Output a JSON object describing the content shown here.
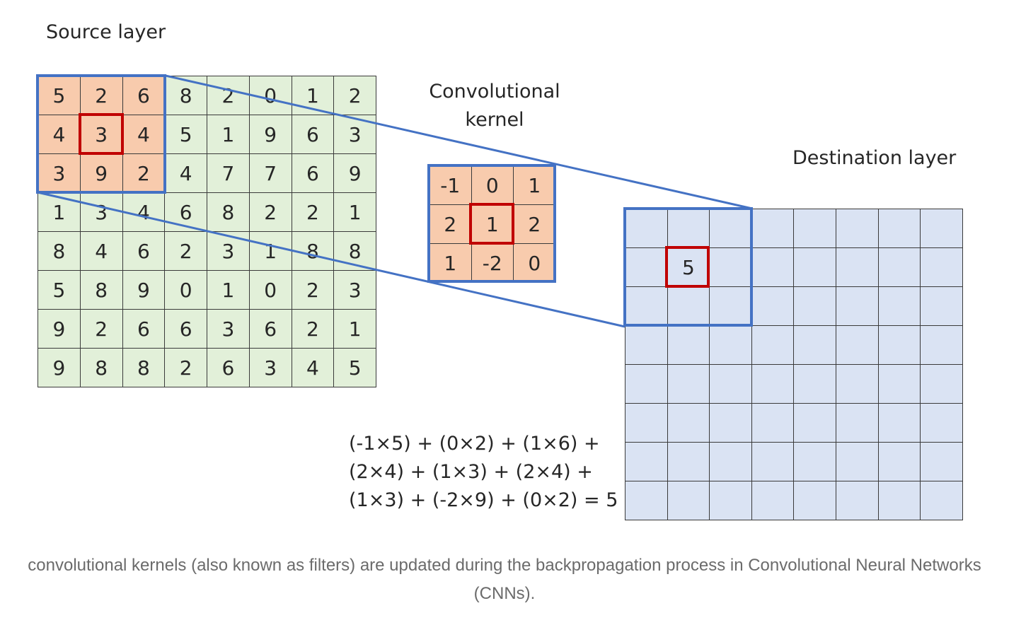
{
  "source_layer": {
    "title": "Source layer",
    "rows": [
      [
        "5",
        "2",
        "6",
        "8",
        "2",
        "0",
        "1",
        "2"
      ],
      [
        "4",
        "3",
        "4",
        "5",
        "1",
        "9",
        "6",
        "3"
      ],
      [
        "3",
        "9",
        "2",
        "4",
        "7",
        "7",
        "6",
        "9"
      ],
      [
        "1",
        "3",
        "4",
        "6",
        "8",
        "2",
        "2",
        "1"
      ],
      [
        "8",
        "4",
        "6",
        "2",
        "3",
        "1",
        "8",
        "8"
      ],
      [
        "5",
        "8",
        "9",
        "0",
        "1",
        "0",
        "2",
        "3"
      ],
      [
        "9",
        "2",
        "6",
        "6",
        "3",
        "6",
        "2",
        "1"
      ],
      [
        "9",
        "8",
        "8",
        "2",
        "6",
        "3",
        "4",
        "5"
      ]
    ]
  },
  "kernel": {
    "title": "Convolutional kernel",
    "rows": [
      [
        "-1",
        "0",
        "1"
      ],
      [
        "2",
        "1",
        "2"
      ],
      [
        "1",
        "-2",
        "0"
      ]
    ]
  },
  "destination_layer": {
    "title": "Destination layer",
    "result_value": "5"
  },
  "formula": {
    "lines": [
      "(-1×5) + (0×2) + (1×6) +",
      "(2×4) + (1×3) + (2×4) +",
      "(1×3) + (-2×9) + (0×2) = 5"
    ]
  },
  "caption": "convolutional kernels (also known as filters) are updated during the backpropagation process in Convolutional Neural Networks (CNNs).",
  "colors": {
    "source_fill": "#e2f0d9",
    "highlight_fill": "#f8cbad",
    "destination_fill": "#dae3f3",
    "window_border": "#4472c4",
    "center_border": "#c00000"
  }
}
